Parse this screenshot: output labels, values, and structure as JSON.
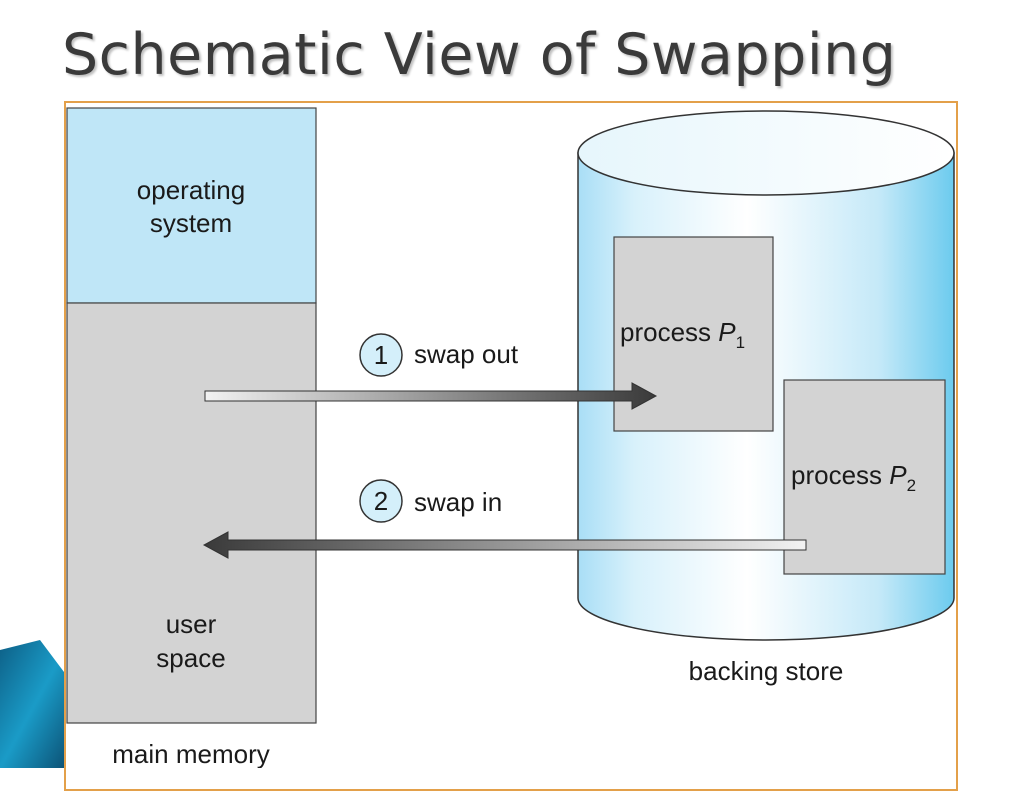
{
  "title": "Schematic View of Swapping",
  "main_memory": {
    "os_line1": "operating",
    "os_line2": "system",
    "user_line1": "user",
    "user_line2": "space",
    "label": "main memory"
  },
  "steps": [
    {
      "number": "1",
      "label": "swap out"
    },
    {
      "number": "2",
      "label": "swap in"
    }
  ],
  "processes": [
    {
      "prefix": "process ",
      "name": "P",
      "subscript": "1"
    },
    {
      "prefix": "process ",
      "name": "P",
      "subscript": "2"
    }
  ],
  "backing_store": {
    "label": "backing store"
  },
  "colors": {
    "os_region": "#bfe6f7",
    "user_region": "#d3d3d3",
    "cylinder": "#a9def6",
    "frame_border": "#e3a04a",
    "badge": "#d4effa"
  }
}
